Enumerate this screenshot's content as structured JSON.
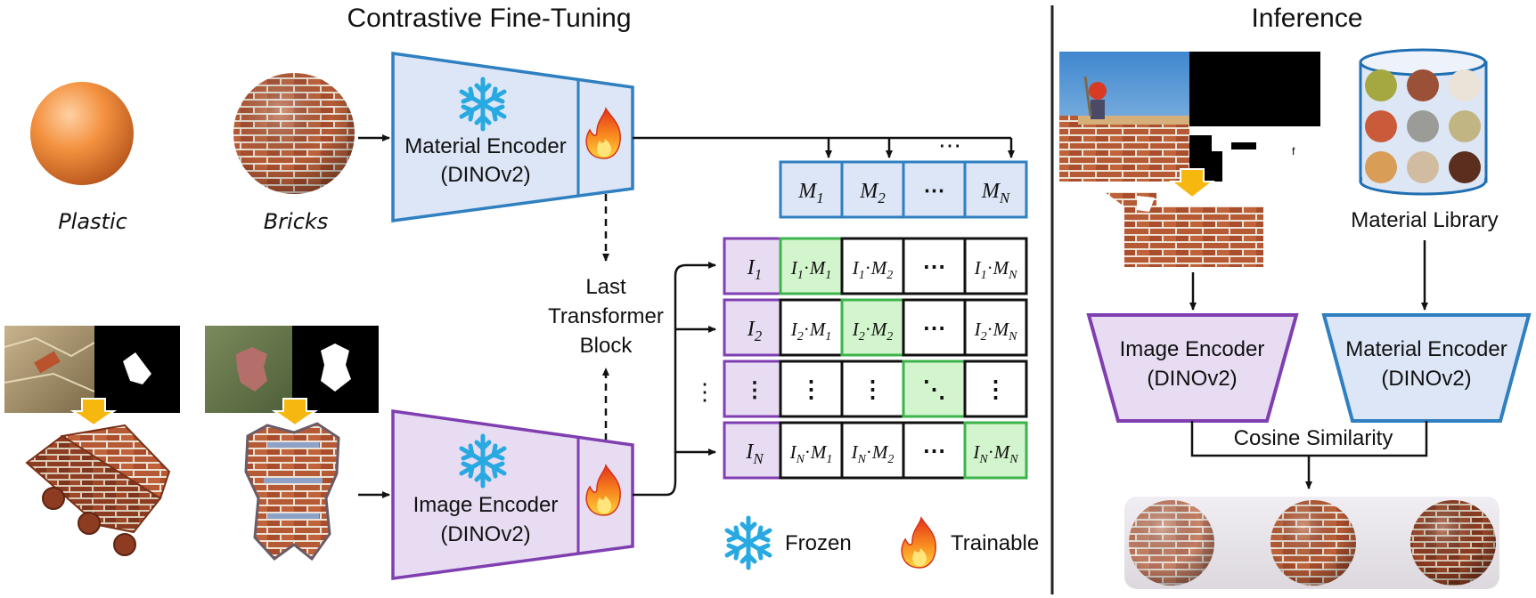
{
  "titles": {
    "training": "Contrastive Fine-Tuning",
    "inference": "Inference"
  },
  "samples": {
    "plastic": "Plastic",
    "bricks": "Bricks"
  },
  "material_encoder": {
    "line1": "Material Encoder",
    "line2": "(DINOv2)"
  },
  "image_encoder": {
    "line1": "Image Encoder",
    "line2": "(DINOv2)"
  },
  "last_block": {
    "line1": "Last",
    "line2": "Transformer",
    "line3": "Block"
  },
  "m_header": [
    {
      "base": "M",
      "sub": "1"
    },
    {
      "base": "M",
      "sub": "2"
    },
    {
      "base": "⋯",
      "sub": ""
    },
    {
      "base": "M",
      "sub": "N"
    }
  ],
  "m_dots": "⋯",
  "i_column": [
    {
      "base": "I",
      "sub": "1"
    },
    {
      "base": "I",
      "sub": "2"
    },
    {
      "base": "⋮",
      "sub": ""
    },
    {
      "base": "I",
      "sub": "N"
    }
  ],
  "i_dots": "⋮",
  "matrix_rows": [
    [
      "1|1",
      "1|2",
      "⋯",
      "1|N"
    ],
    [
      "2|1",
      "2|2",
      "⋯",
      "2|N"
    ],
    [
      "⋮",
      "⋮",
      "⋱",
      "⋮"
    ],
    [
      "N|1",
      "N|2",
      "⋯",
      "N|N"
    ]
  ],
  "legend": {
    "frozen": "Frozen",
    "trainable": "Trainable"
  },
  "inference": {
    "library": "Material Library",
    "image_encoder": {
      "line1": "Image Encoder",
      "line2": "(DINOv2)"
    },
    "material_encoder": {
      "line1": "Material Encoder",
      "line2": "(DINOv2)"
    },
    "similarity": "Cosine Similarity",
    "mask_fragment": "f"
  },
  "colors": {
    "blue_fill": "#dce6f6",
    "blue_stroke": "#2f7fc1",
    "purple_fill": "#e8dcf3",
    "purple_stroke": "#7f3fb0",
    "green_fill": "#d3f5cd",
    "green_stroke": "#3cb44b",
    "arrow_yellow": "#f6b80f",
    "flame": "#f25c1a",
    "snow": "#29a9e1",
    "brick": "#b7562f",
    "plastic": "#ef8a3a"
  }
}
